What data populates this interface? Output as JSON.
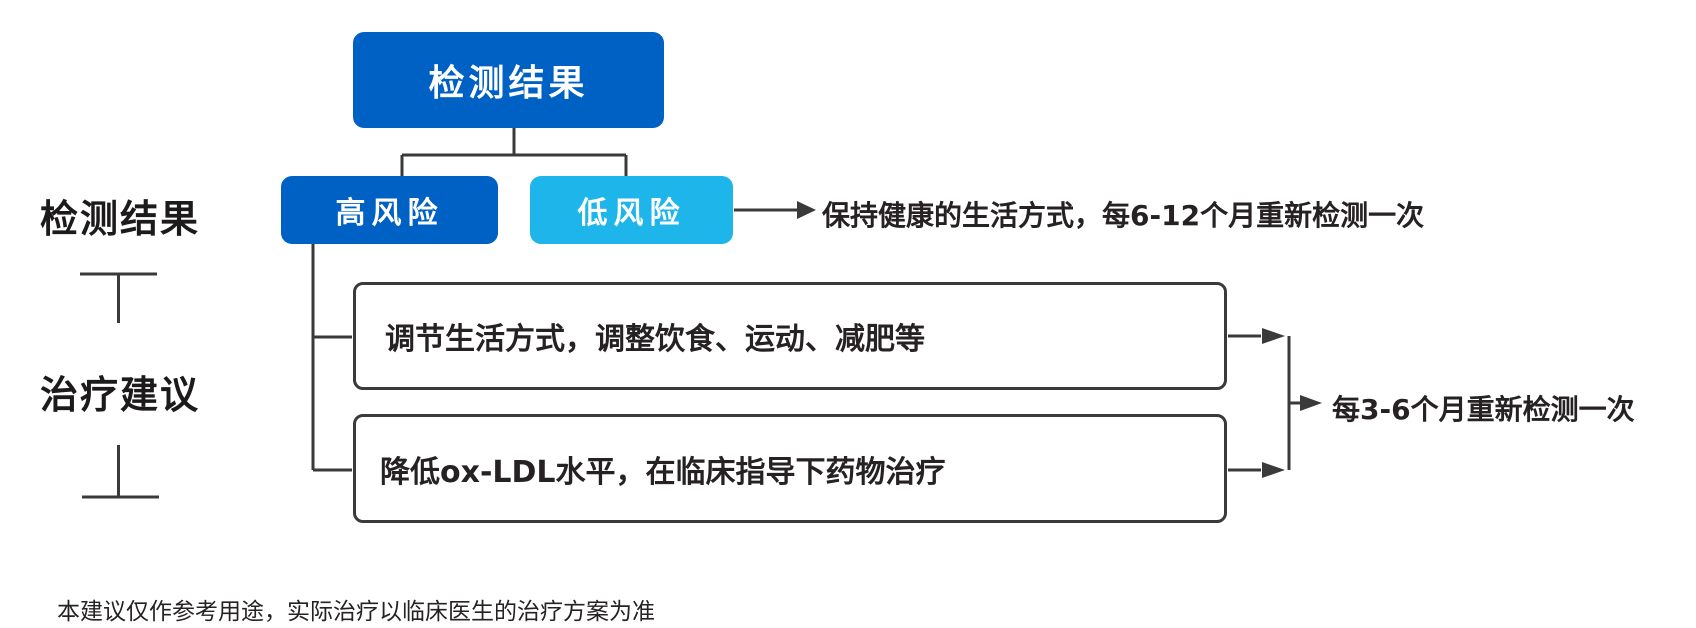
{
  "colors": {
    "primary_blue": "#0061c5",
    "light_blue": "#1eb5ea",
    "line": "#3a3a3a",
    "text": "#262223"
  },
  "flowchart": {
    "root": {
      "label": "检测结果"
    },
    "branches": {
      "high": {
        "label": "高风险"
      },
      "low": {
        "label": "低风险",
        "advice": "保持健康的生活方式，每6-12个月重新检测一次"
      }
    },
    "treatments": [
      {
        "text": "调节生活方式，调整饮食、运动、减肥等"
      },
      {
        "text": "降低ox-LDL水平，在临床指导下药物治疗"
      }
    ],
    "followup": "每3-6个月重新检测一次"
  },
  "side_labels": {
    "detection": "检测结果",
    "treatment": "治疗建议"
  },
  "footnote": "本建议仅作参考用途，实际治疗以临床医生的治疗方案为准"
}
